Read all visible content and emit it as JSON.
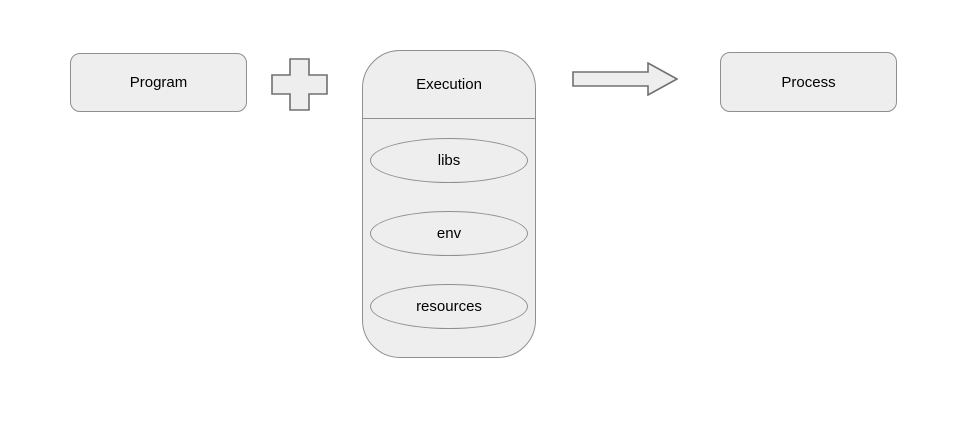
{
  "colors": {
    "background": "#ffffff",
    "shape_fill": "#eeeeee",
    "shape_stroke": "#8f8f8f",
    "connector_stroke": "#707070",
    "text": "#000000"
  },
  "diagram": {
    "program": {
      "label": "Program"
    },
    "plus": {
      "icon": "plus-icon"
    },
    "execution": {
      "title": "Execution",
      "items": [
        {
          "label": "libs"
        },
        {
          "label": "env"
        },
        {
          "label": "resources"
        }
      ]
    },
    "arrow": {
      "icon": "arrow-right-icon"
    },
    "process": {
      "label": "Process"
    }
  }
}
